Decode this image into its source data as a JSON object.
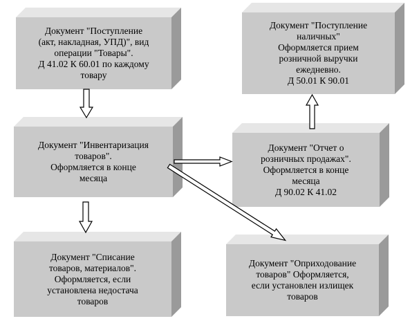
{
  "blocks": {
    "receipt_goods": "Документ \"Поступление\n(акт, накладная, УПД)\", вид\nоперации \"Товары\".\nД 41.02 К 60.01 по каждому\nтовару",
    "cash_receipt": "Документ \"Поступление\nналичных\"\nОформляется прием\nрозничной выручки\nежедневно.\nД 50.01 К 90.01",
    "inventory": "Документ \"Инвентаризация\nтоваров\".\nОформляется в конце\nмесяца",
    "retail_report": "Документ \"Отчет о\nрозничных продажах\".\nОформляется в конце\nмесяца\nД 90.02 К 41.02",
    "write_off": "Документ \"Списание\nтоваров, материалов\".\nОформляется, если\nустановлена недостача\nтоваров",
    "surplus": "Документ \"Оприходование\nтоваров\" Оформляется,\nесли установлен излищек\nтоваров"
  },
  "colors": {
    "block_front": "#c9c9c9",
    "block_top": "#e6e6e6",
    "block_side": "#9a9a9a",
    "arrow_fill": "#ffffff",
    "arrow_stroke": "#000000"
  }
}
